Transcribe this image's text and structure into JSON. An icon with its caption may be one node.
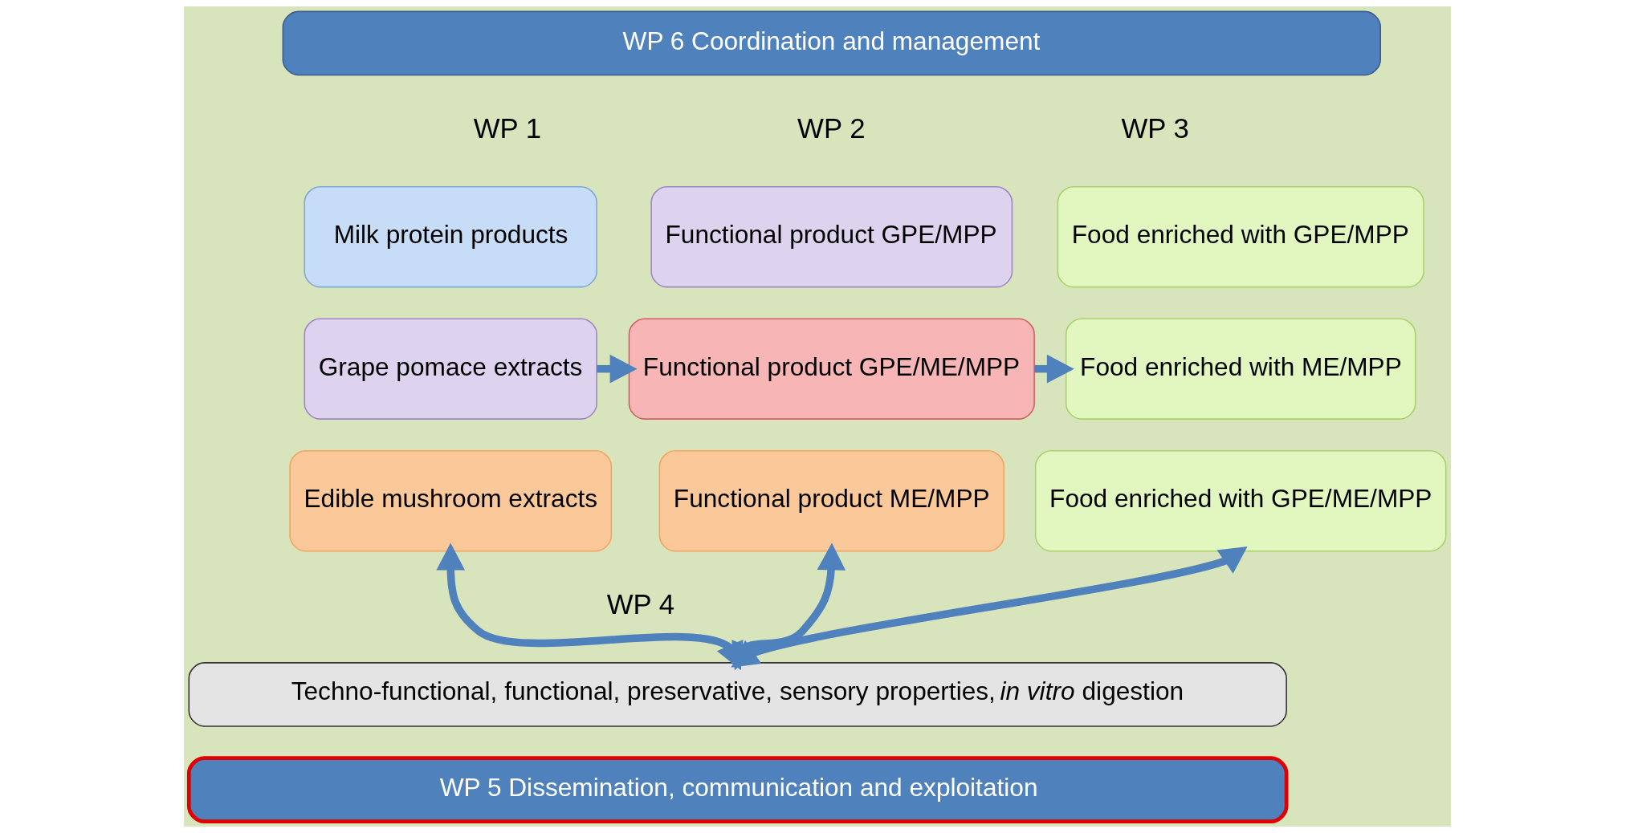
{
  "diagram": {
    "nodes": [
      {
        "text": [
          "WP 6 Coordination and management"
        ]
      },
      {
        "text": [
          "Milk protein products"
        ]
      },
      {
        "text": [
          "Grape pomace extracts"
        ]
      },
      {
        "text": [
          "Edible mushroom extracts"
        ]
      },
      {
        "text": [
          "Functional product GPE/MPP"
        ]
      },
      {
        "text": [
          "Functional product GPE/ME/MPP"
        ]
      },
      {
        "text": [
          "Functional product ME/MPP"
        ]
      },
      {
        "text": [
          "Food enriched with GPE/MPP"
        ]
      },
      {
        "text": [
          "Food enriched with ME/MPP"
        ]
      },
      {
        "text": [
          "Food enriched with GPE/ME/MPP"
        ]
      },
      {
        "text": [
          "Techno-functional, functional, preservative, sensory properties, *in vitro* digestion"
        ]
      },
      {
        "text": [
          "WP 5 Dissemination, communication and exploitation"
        ]
      }
    ],
    "edges": [
      {
        "from": 2,
        "to": 5,
        "arrow": "to"
      },
      {
        "from": 5,
        "to": 8,
        "arrow": "to"
      },
      {
        "from": 3,
        "to": 10,
        "arrow": "both"
      },
      {
        "from": 6,
        "to": 10,
        "arrow": "both"
      },
      {
        "from": 9,
        "to": 10,
        "arrow": "both"
      }
    ],
    "labels": [
      "WP 1",
      "WP 2",
      "WP 3",
      "WP 4"
    ]
  }
}
